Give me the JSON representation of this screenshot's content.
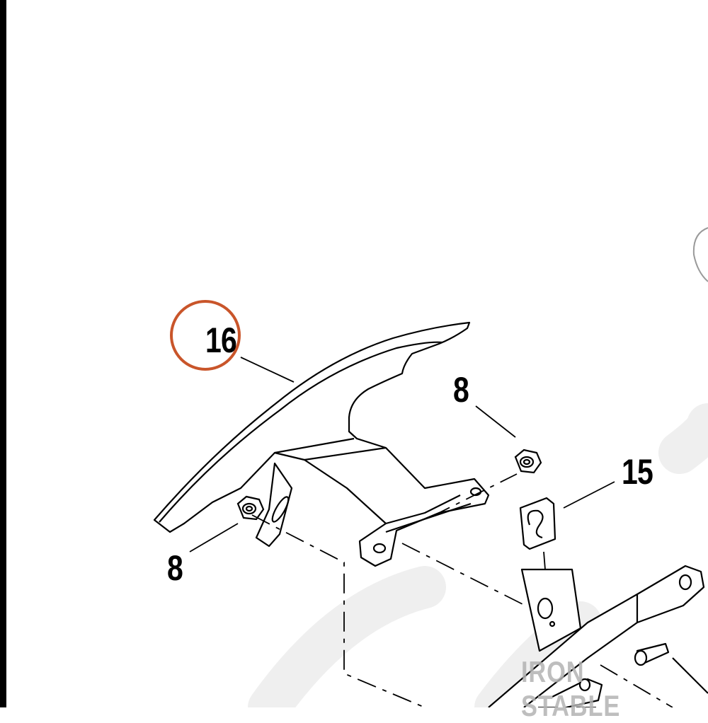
{
  "diagram": {
    "callouts": {
      "part_16": "16",
      "part_8_upper": "8",
      "part_15": "15",
      "part_8_lower": "8"
    },
    "highlight_color": "#c9552a",
    "line_color": "#000000",
    "watermark": "IRON STABLE"
  }
}
